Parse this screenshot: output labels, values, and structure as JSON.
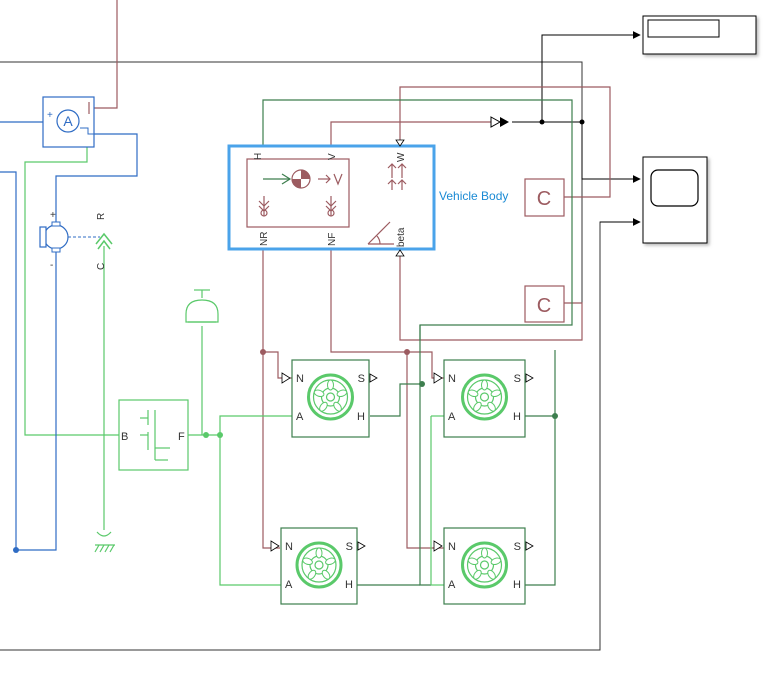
{
  "colors": {
    "mech": "#9c5b60",
    "elec": "#2f6cc4",
    "green": "#5ac96a",
    "dkgreen": "#3d7e4e",
    "black": "#000000",
    "highlight": "#4aa3ea",
    "label": "#1a8ad4"
  },
  "vehicle_body": {
    "label": "Vehicle Body",
    "port_h": "H",
    "port_v": "V",
    "port_w": "W",
    "port_nr": "NR",
    "port_nf": "NF",
    "port_beta": "beta"
  },
  "const_top": "C",
  "const_bottom": "C",
  "ammeter": {
    "symbol": "A",
    "plus": "+"
  },
  "motor": {
    "plus": "+",
    "minus": "-",
    "port_c": "C",
    "port_r": "R"
  },
  "clutch": {
    "port_b": "B",
    "port_f": "F"
  },
  "wheels": [
    {
      "n": "N",
      "s": "S",
      "a": "A",
      "h": "H"
    },
    {
      "n": "N",
      "s": "S",
      "a": "A",
      "h": "H"
    },
    {
      "n": "N",
      "s": "S",
      "a": "A",
      "h": "H"
    },
    {
      "n": "N",
      "s": "S",
      "a": "A",
      "h": "H"
    }
  ],
  "display": {
    "value": ""
  },
  "scope": {
    "name": "scope-icon"
  }
}
